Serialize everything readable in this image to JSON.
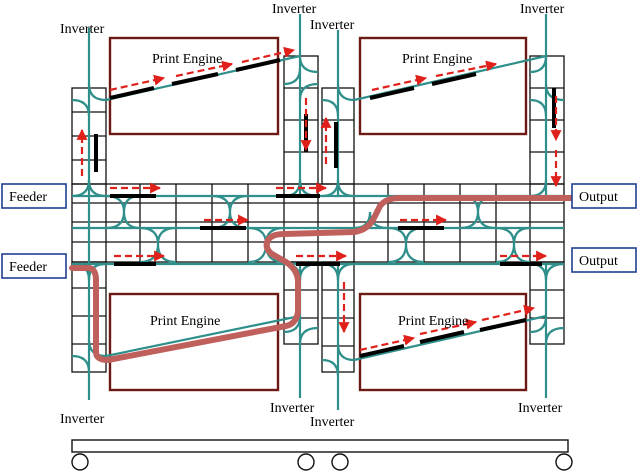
{
  "labels": {
    "inverter": "Inverter",
    "feeder": "Feeder",
    "output": "Output",
    "print_engine": "Print Engine"
  },
  "colors": {
    "paper_path": "#2f8f8a",
    "engine_border": "#6b1a14",
    "port_border": "#1f3f8f",
    "arrows": "#e0201a",
    "sample_route": "#c0605c",
    "sheets": "#000000"
  }
}
